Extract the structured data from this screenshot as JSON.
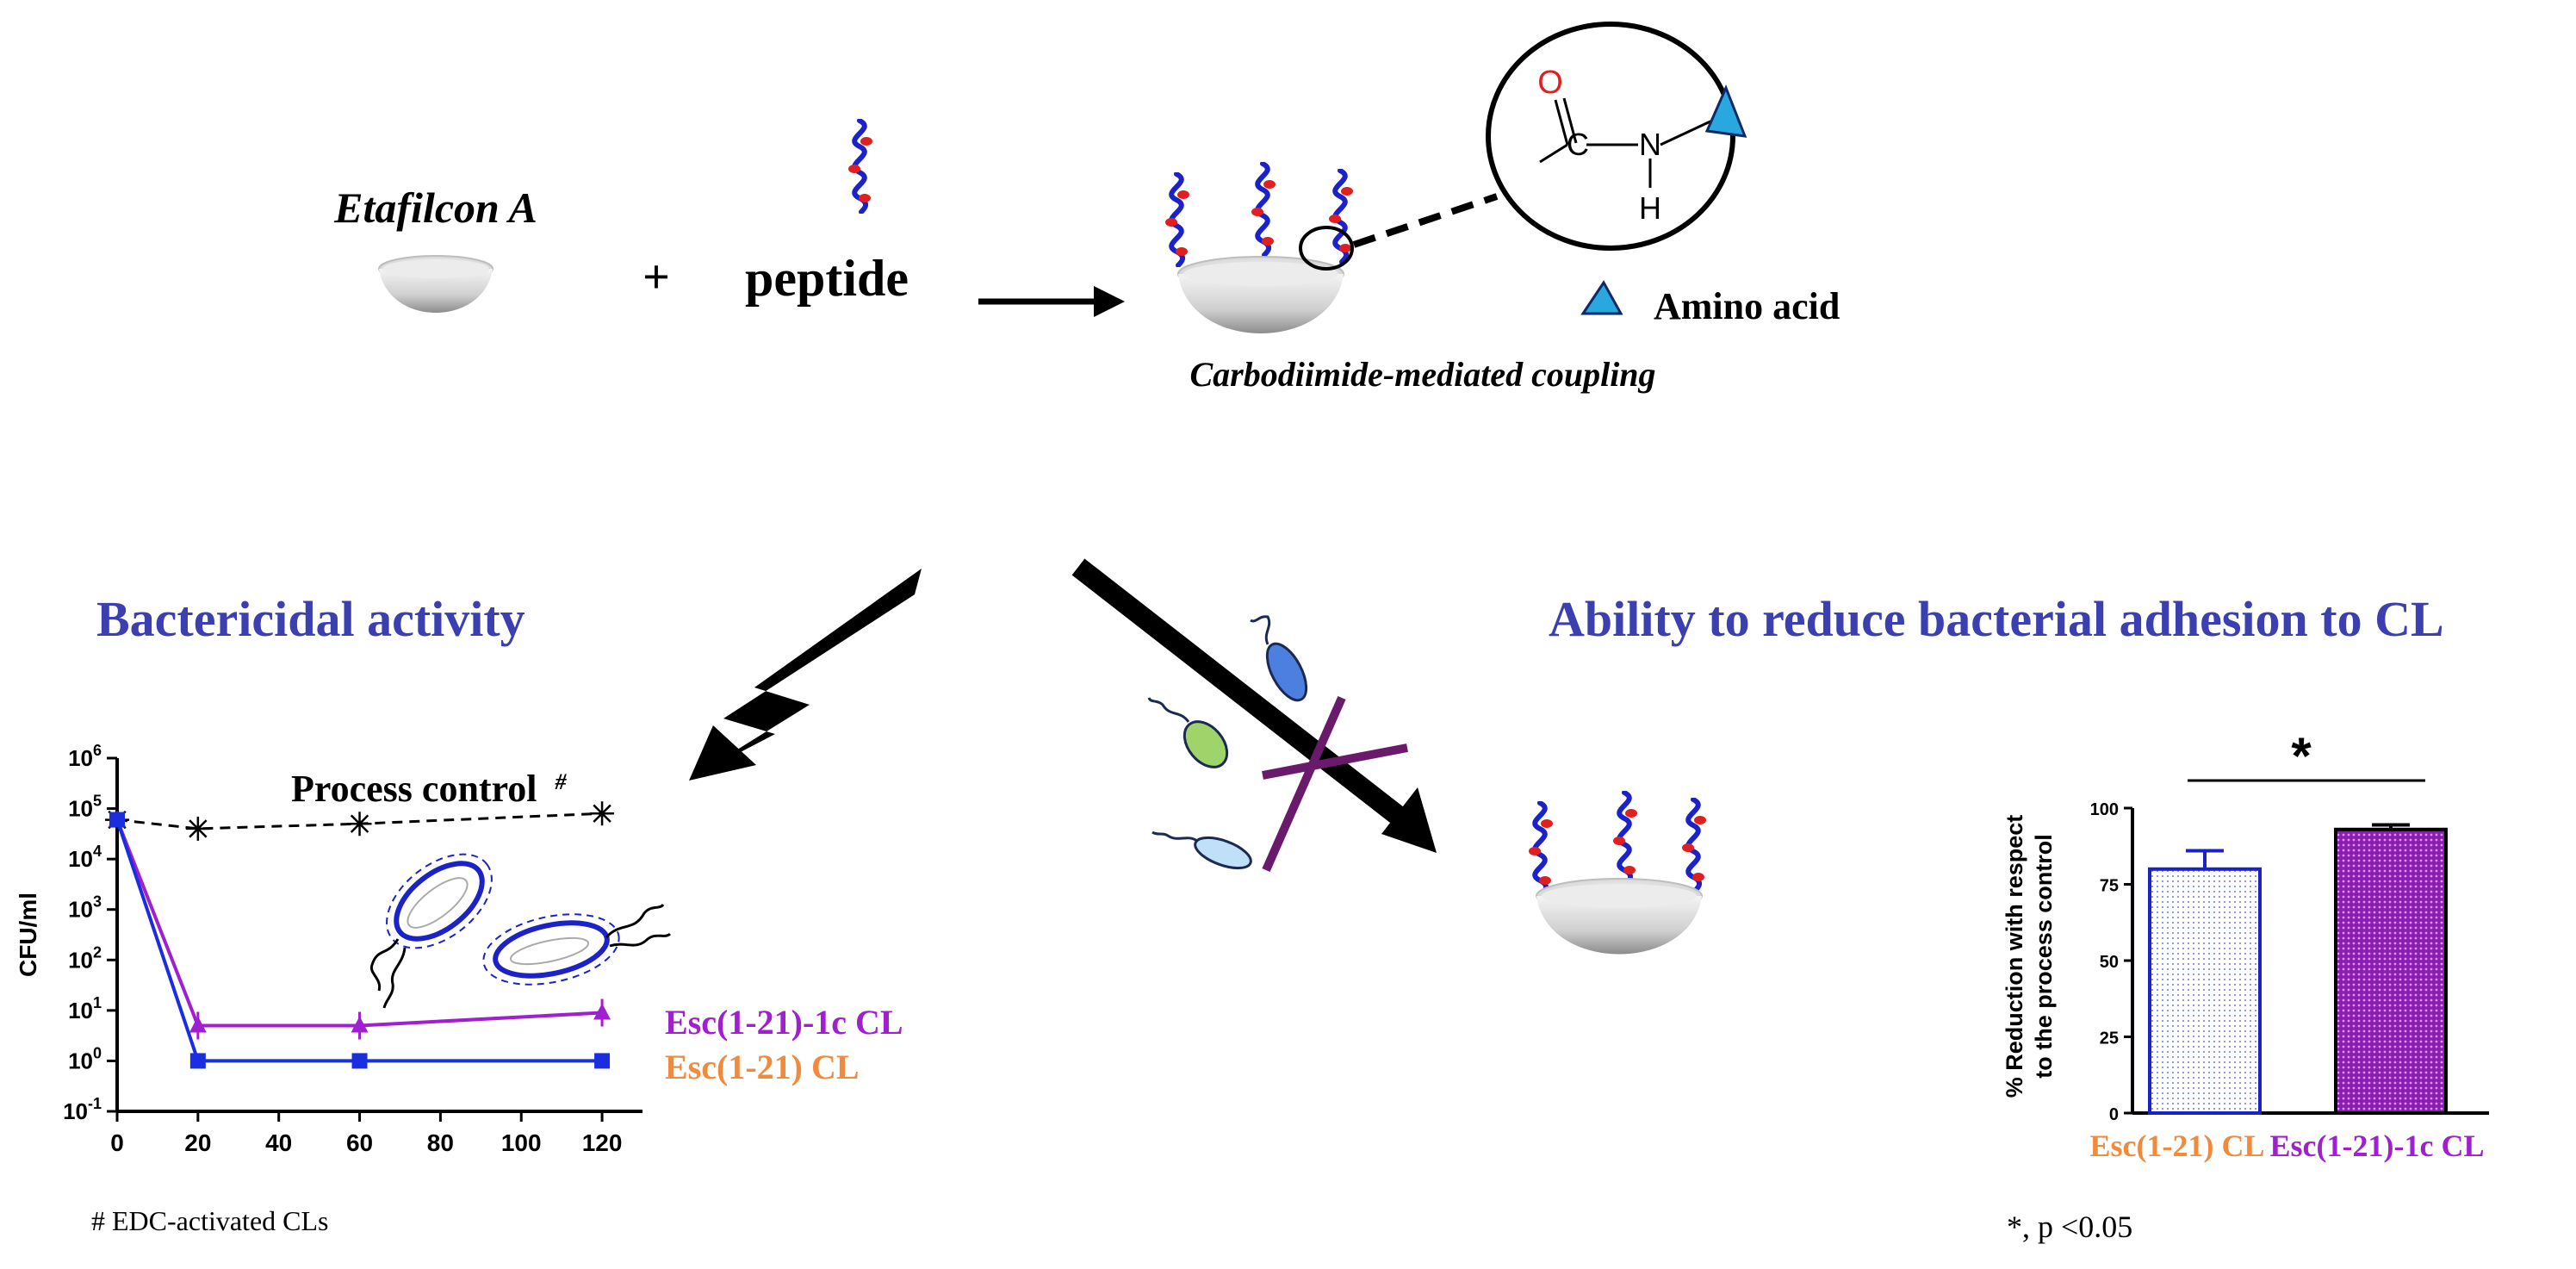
{
  "colors": {
    "heading": "#3b3fb0",
    "orange": "#f08a3c",
    "purple": "#a020d0",
    "blue": "#1a2ee0",
    "red": "#e02020",
    "cyan": "#29a8e0",
    "black": "#000000"
  },
  "top": {
    "material_label": "Etafilcon A",
    "plus": "+",
    "peptide_label": "peptide",
    "coupling_label": "Carbodiimide-mediated coupling",
    "amino_acid_label": "Amino acid",
    "chem_O": "O",
    "chem_C": "C",
    "chem_N": "N",
    "chem_H": "H"
  },
  "left_panel": {
    "heading": "Bactericidal activity",
    "footnote": "# EDC-activated CLs"
  },
  "right_panel": {
    "heading": "Ability to reduce bacterial adhesion to CL",
    "significance_star": "*",
    "pvalue_note": "*, p <0.05"
  },
  "chart_data": [
    {
      "type": "line",
      "ylabel": "CFU/ml",
      "xlabel": "",
      "yscale": "log",
      "ylim": [
        0.1,
        1000000
      ],
      "xlim": [
        0,
        130
      ],
      "x_ticks": [
        "0",
        "20",
        "40",
        "60",
        "80",
        "100",
        "120"
      ],
      "y_ticks": [
        "10-1",
        "100",
        "101",
        "102",
        "103",
        "104",
        "105",
        "106"
      ],
      "x": [
        0,
        20,
        60,
        120
      ],
      "series": [
        {
          "name": "Process control #",
          "values": [
            60000,
            40000,
            50000,
            80000
          ],
          "color": "#000000",
          "marker": "asterisk",
          "dashed": true
        },
        {
          "name": "Esc(1-21)-1c CL",
          "values": [
            60000,
            5,
            5,
            9
          ],
          "color": "#a020d0",
          "marker": "triangle",
          "dashed": false
        },
        {
          "name": "Esc(1-21) CL",
          "values": [
            60000,
            1,
            1,
            1
          ],
          "color": "#1a2ee0",
          "marker": "square",
          "dashed": false
        }
      ],
      "legend": [
        {
          "label": "Esc(1-21)-1c CL",
          "color": "#a020d0"
        },
        {
          "label": "Esc(1-21) CL",
          "color": "#f08a3c"
        }
      ],
      "annotation": "Process control",
      "annotation_mark": "#"
    },
    {
      "type": "bar",
      "ylabel_line1": "% Reduction with respect",
      "ylabel_line2": "to the process control",
      "ylim": [
        0,
        100
      ],
      "y_ticks": [
        "0",
        "25",
        "50",
        "75",
        "100"
      ],
      "categories": [
        "Esc(1-21) CL",
        "Esc(1-21)-1c CL"
      ],
      "category_colors": [
        "#f08a3c",
        "#a020d0"
      ],
      "values": [
        80,
        93
      ],
      "errors": [
        6,
        1.5
      ]
    }
  ]
}
